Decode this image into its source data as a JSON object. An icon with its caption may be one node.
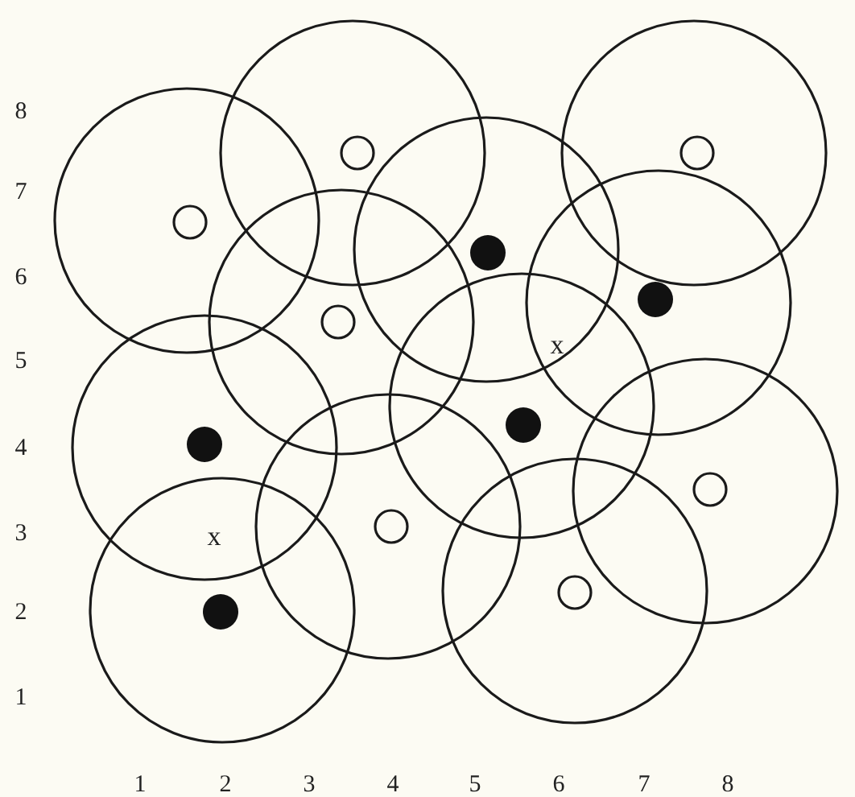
{
  "diagram": {
    "labels": [
      "8",
      "7",
      "6",
      "5",
      "x",
      "4",
      "3",
      "x",
      "2",
      "1",
      "1",
      "2",
      "3",
      "4",
      "5",
      "6",
      "7",
      "8"
    ]
  }
}
